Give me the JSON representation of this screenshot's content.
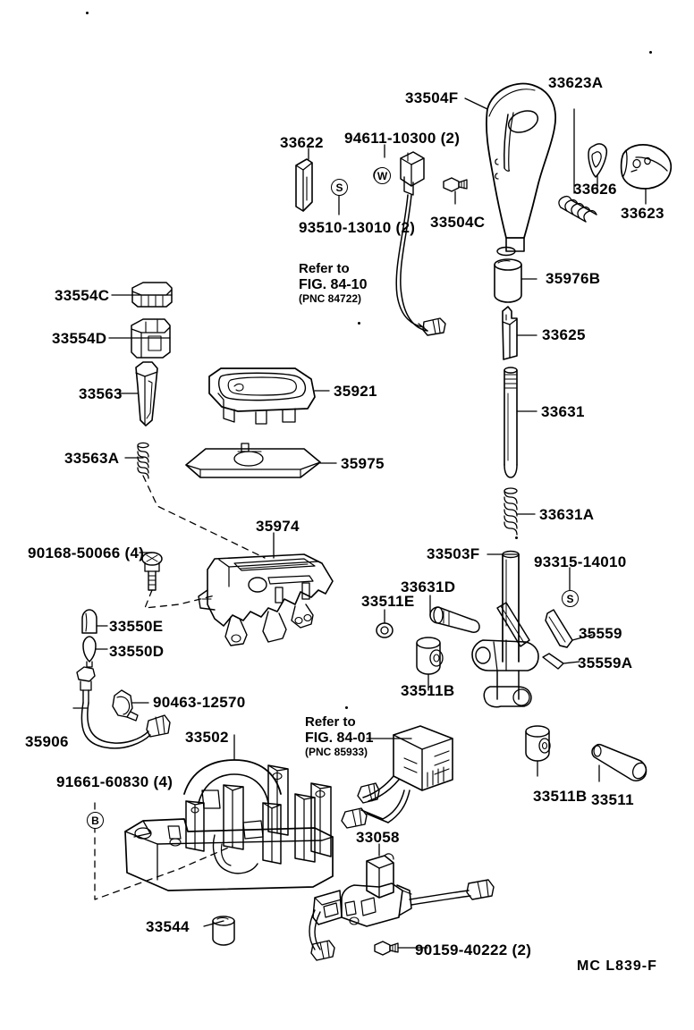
{
  "diagram": {
    "title": "Shift lever assembly exploded parts diagram",
    "footer_code": "MC  L839-F",
    "ink": "#000000",
    "background": "#ffffff"
  },
  "references": [
    {
      "id": "ref-8410",
      "line1": "Refer to",
      "line2": "FIG. 84-10",
      "line3": "(PNC 84722)"
    },
    {
      "id": "ref-8401",
      "line1": "Refer to",
      "line2": "FIG. 84-01",
      "line3": "(PNC 85933)"
    }
  ],
  "markers": [
    {
      "id": "marker-s-93510",
      "letter": "S"
    },
    {
      "id": "marker-w-94611",
      "letter": "W"
    },
    {
      "id": "marker-s-93315",
      "letter": "S"
    },
    {
      "id": "marker-b-91661",
      "letter": "B"
    }
  ],
  "parts": [
    {
      "id": "p-33504F",
      "number": "33504F"
    },
    {
      "id": "p-33623A",
      "number": "33623A"
    },
    {
      "id": "p-33622",
      "number": "33622"
    },
    {
      "id": "p-94611",
      "number": "94611-10300 (2)"
    },
    {
      "id": "p-33626",
      "number": "33626"
    },
    {
      "id": "p-33623",
      "number": "33623"
    },
    {
      "id": "p-93510",
      "number": "93510-13010 (2)"
    },
    {
      "id": "p-33504C",
      "number": "33504C"
    },
    {
      "id": "p-35976B",
      "number": "35976B"
    },
    {
      "id": "p-33554C",
      "number": "33554C"
    },
    {
      "id": "p-33554D",
      "number": "33554D"
    },
    {
      "id": "p-33625",
      "number": "33625"
    },
    {
      "id": "p-33563",
      "number": "33563"
    },
    {
      "id": "p-35921",
      "number": "35921"
    },
    {
      "id": "p-33631",
      "number": "33631"
    },
    {
      "id": "p-33563A",
      "number": "33563A"
    },
    {
      "id": "p-35975",
      "number": "35975"
    },
    {
      "id": "p-33631A",
      "number": "33631A"
    },
    {
      "id": "p-35974",
      "number": "35974"
    },
    {
      "id": "p-33503F",
      "number": "33503F"
    },
    {
      "id": "p-93315",
      "number": "93315-14010"
    },
    {
      "id": "p-90168",
      "number": "90168-50066 (4)"
    },
    {
      "id": "p-33631D",
      "number": "33631D"
    },
    {
      "id": "p-33511E",
      "number": "33511E"
    },
    {
      "id": "p-35559",
      "number": "35559"
    },
    {
      "id": "p-35559A",
      "number": "35559A"
    },
    {
      "id": "p-33550E",
      "number": "33550E"
    },
    {
      "id": "p-33550D",
      "number": "33550D"
    },
    {
      "id": "p-33511B1",
      "number": "33511B"
    },
    {
      "id": "p-90463",
      "number": "90463-12570"
    },
    {
      "id": "p-35906",
      "number": "35906"
    },
    {
      "id": "p-33502",
      "number": "33502"
    },
    {
      "id": "p-33511B2",
      "number": "33511B"
    },
    {
      "id": "p-33511",
      "number": "33511"
    },
    {
      "id": "p-91661",
      "number": "91661-60830 (4)"
    },
    {
      "id": "p-33058",
      "number": "33058"
    },
    {
      "id": "p-33544",
      "number": "33544"
    },
    {
      "id": "p-90159",
      "number": "90159-40222 (2)"
    }
  ]
}
